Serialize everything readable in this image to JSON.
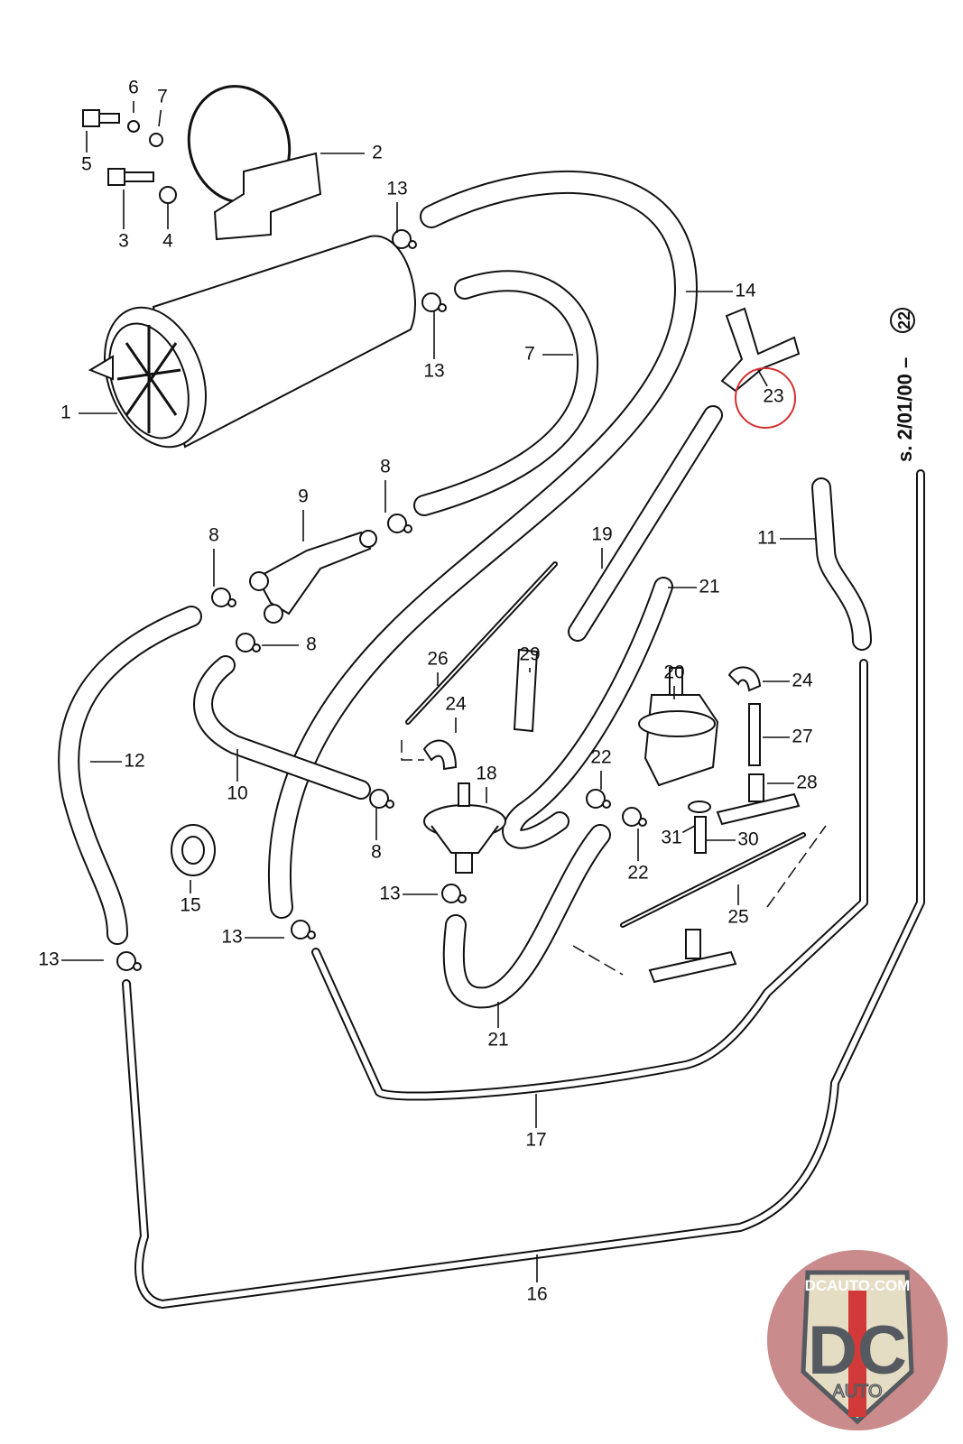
{
  "diagram": {
    "reference_code": "s. 2/01/00 –",
    "reference_circled": "22",
    "highlight_color": "#d32f2f",
    "callouts": [
      "6",
      "7",
      "5",
      "2",
      "3",
      "4",
      "13",
      "14",
      "7",
      "13",
      "1",
      "23",
      "9",
      "8",
      "8",
      "19",
      "11",
      "21",
      "8",
      "29",
      "26",
      "20",
      "24",
      "24",
      "12",
      "27",
      "22",
      "18",
      "28",
      "10",
      "31",
      "30",
      "8",
      "22",
      "13",
      "15",
      "25",
      "13",
      "13",
      "21",
      "17",
      "16"
    ],
    "highlighted_callout": "23"
  },
  "logo": {
    "top_text": "DCAUTO.COM",
    "main_text": "DC",
    "sub_text": "AUTO",
    "colors": {
      "badge_bg": "#c98b8b",
      "shield": "#e5dcc4",
      "letters": "#555a60",
      "stripe": "#d23a3a"
    }
  }
}
